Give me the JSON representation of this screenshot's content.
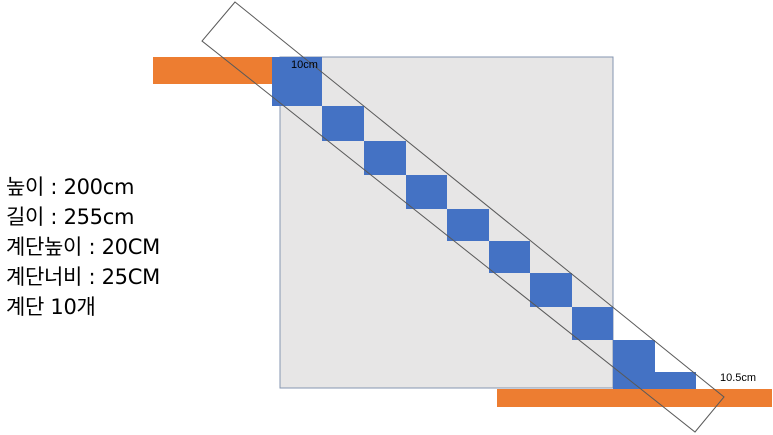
{
  "labels": {
    "top_tread_width": "10cm",
    "bottom_tread_width": "10.5cm"
  },
  "specs": {
    "height": "높이 : 200cm",
    "length": "길이 : 255cm",
    "step_height": "계단높이 : 20CM",
    "step_width": "계단너비 : 25CM",
    "step_count": "계단 10개"
  },
  "colors": {
    "landing": "#ed7d31",
    "step": "#4472c4",
    "panel": "#e7e6e6",
    "panel_border": "#8496b0",
    "stringer_border": "#595959"
  },
  "steps": {
    "count": 10
  }
}
